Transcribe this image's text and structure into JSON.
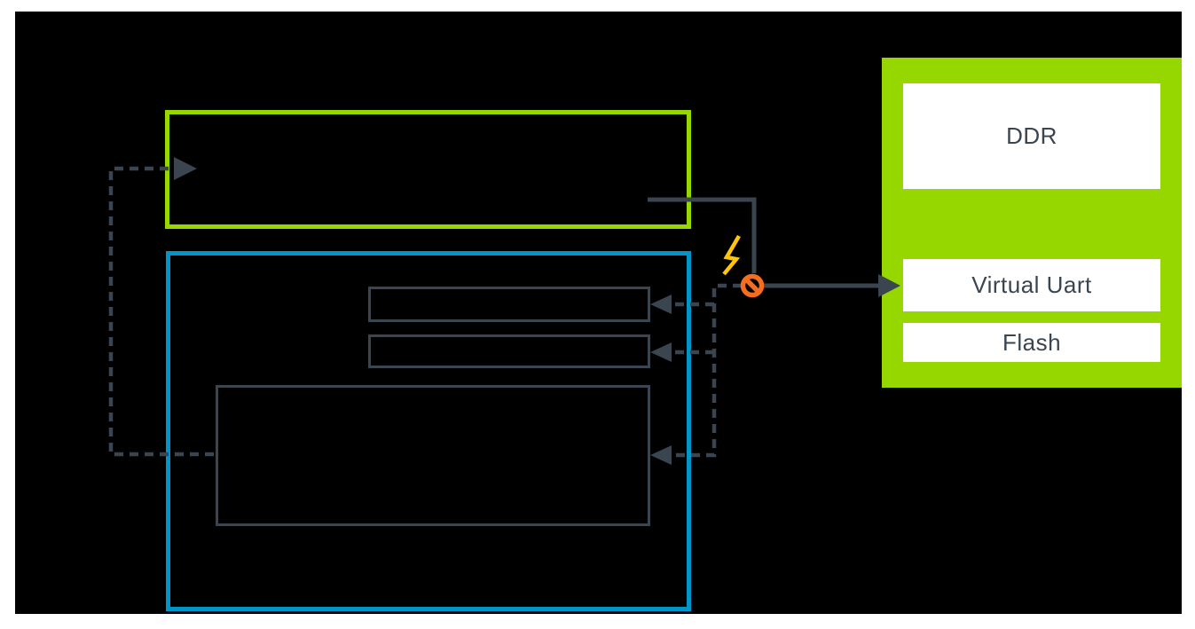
{
  "diagram": {
    "background_panel": {},
    "green_outline_box": {
      "label": ""
    },
    "blue_outline_box": {
      "label": ""
    },
    "inner_boxes": [
      {
        "label": ""
      },
      {
        "label": ""
      },
      {
        "label": ""
      }
    ],
    "memory_panel": {
      "items": [
        {
          "label": "DDR"
        },
        {
          "label": "Virtual Uart"
        },
        {
          "label": "Flash"
        }
      ]
    },
    "icons": [
      "lightning-icon",
      "no-entry-icon",
      "arrowhead-right-icon",
      "arrowhead-left-icon"
    ],
    "colors": {
      "page_margin": "#ffffff",
      "background": "#000000",
      "green": "#97D700",
      "blue": "#0095C8",
      "line_slate": "#3A4550",
      "orange": "#F56E1F",
      "yellow": "#FFC40C",
      "label_text": "#3A4550",
      "memory_box_fill": "#ffffff"
    }
  }
}
